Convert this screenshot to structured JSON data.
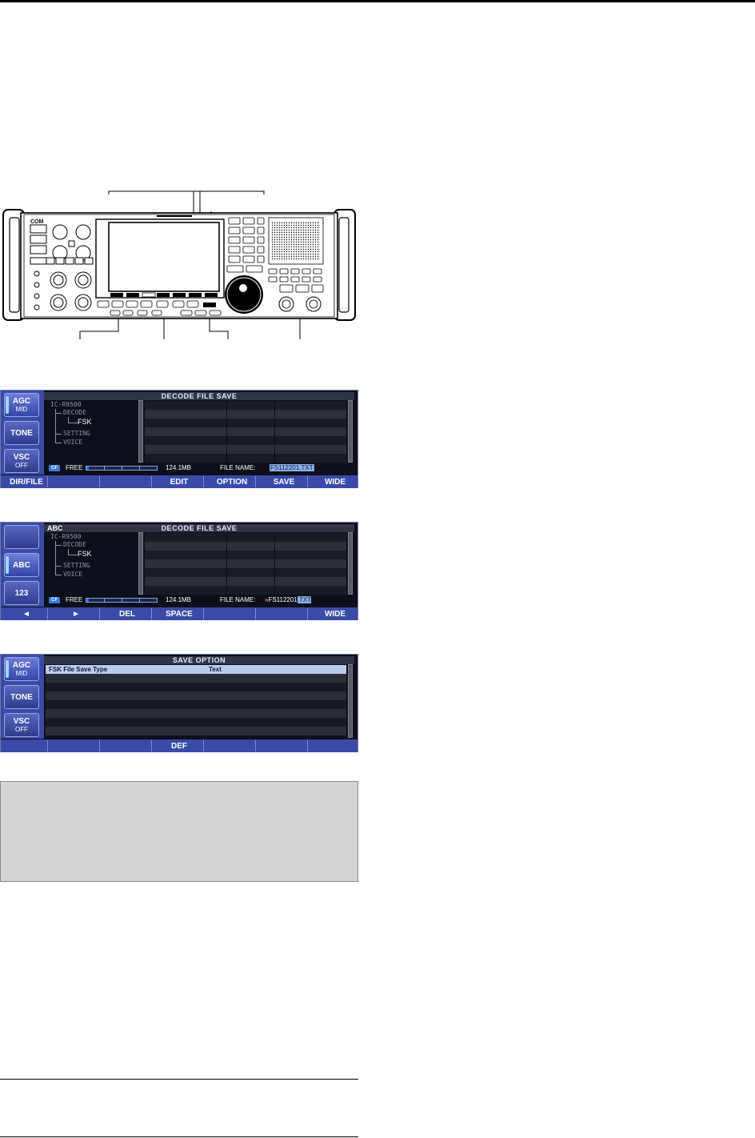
{
  "screen1": {
    "title": "DECODE FILE SAVE",
    "side_buttons": [
      {
        "l1": "AGC",
        "l2": "MID"
      },
      {
        "l1": "TONE",
        "l2": ""
      },
      {
        "l1": "VSC",
        "l2": "OFF"
      }
    ],
    "tree": {
      "root": "IC-R9500",
      "decode": "DECODE",
      "fsk": "FSK",
      "setting": "SETTING",
      "voice": "VOICE"
    },
    "status": {
      "cf": "CF",
      "free": "FREE",
      "size": "124.1MB",
      "file_name_label": "FILE NAME:",
      "file_name": "FS112201.TXT"
    },
    "menu": [
      "DIR/FILE",
      "",
      "",
      "EDIT",
      "OPTION",
      "SAVE",
      "WIDE"
    ]
  },
  "screen2": {
    "title": "DECODE FILE SAVE",
    "mode_tag": "ABC",
    "side_buttons": [
      {
        "l1": "",
        "l2": ""
      },
      {
        "l1": "ABC",
        "l2": ""
      },
      {
        "l1": "123",
        "l2": ""
      }
    ],
    "tree": {
      "root": "IC-R9500",
      "decode": "DECODE",
      "fsk": "FSK",
      "setting": "SETTING",
      "voice": "VOICE"
    },
    "status": {
      "cf": "CF",
      "free": "FREE",
      "size": "124.1MB",
      "file_name_label": "FILE NAME:",
      "file_name_base": "FS112201",
      "file_name_ext": ".TXT"
    },
    "menu": [
      "◄",
      "►",
      "DEL",
      "SPACE",
      "",
      "",
      "WIDE"
    ]
  },
  "screen3": {
    "title": "SAVE OPTION",
    "side_buttons": [
      {
        "l1": "AGC",
        "l2": "MID"
      },
      {
        "l1": "TONE",
        "l2": ""
      },
      {
        "l1": "VSC",
        "l2": "OFF"
      }
    ],
    "option_label": "FSK File Save Type",
    "option_value": "Text",
    "menu": [
      "",
      "",
      "",
      "DEF",
      "",
      "",
      ""
    ]
  },
  "radio": {
    "brand": "COM"
  }
}
